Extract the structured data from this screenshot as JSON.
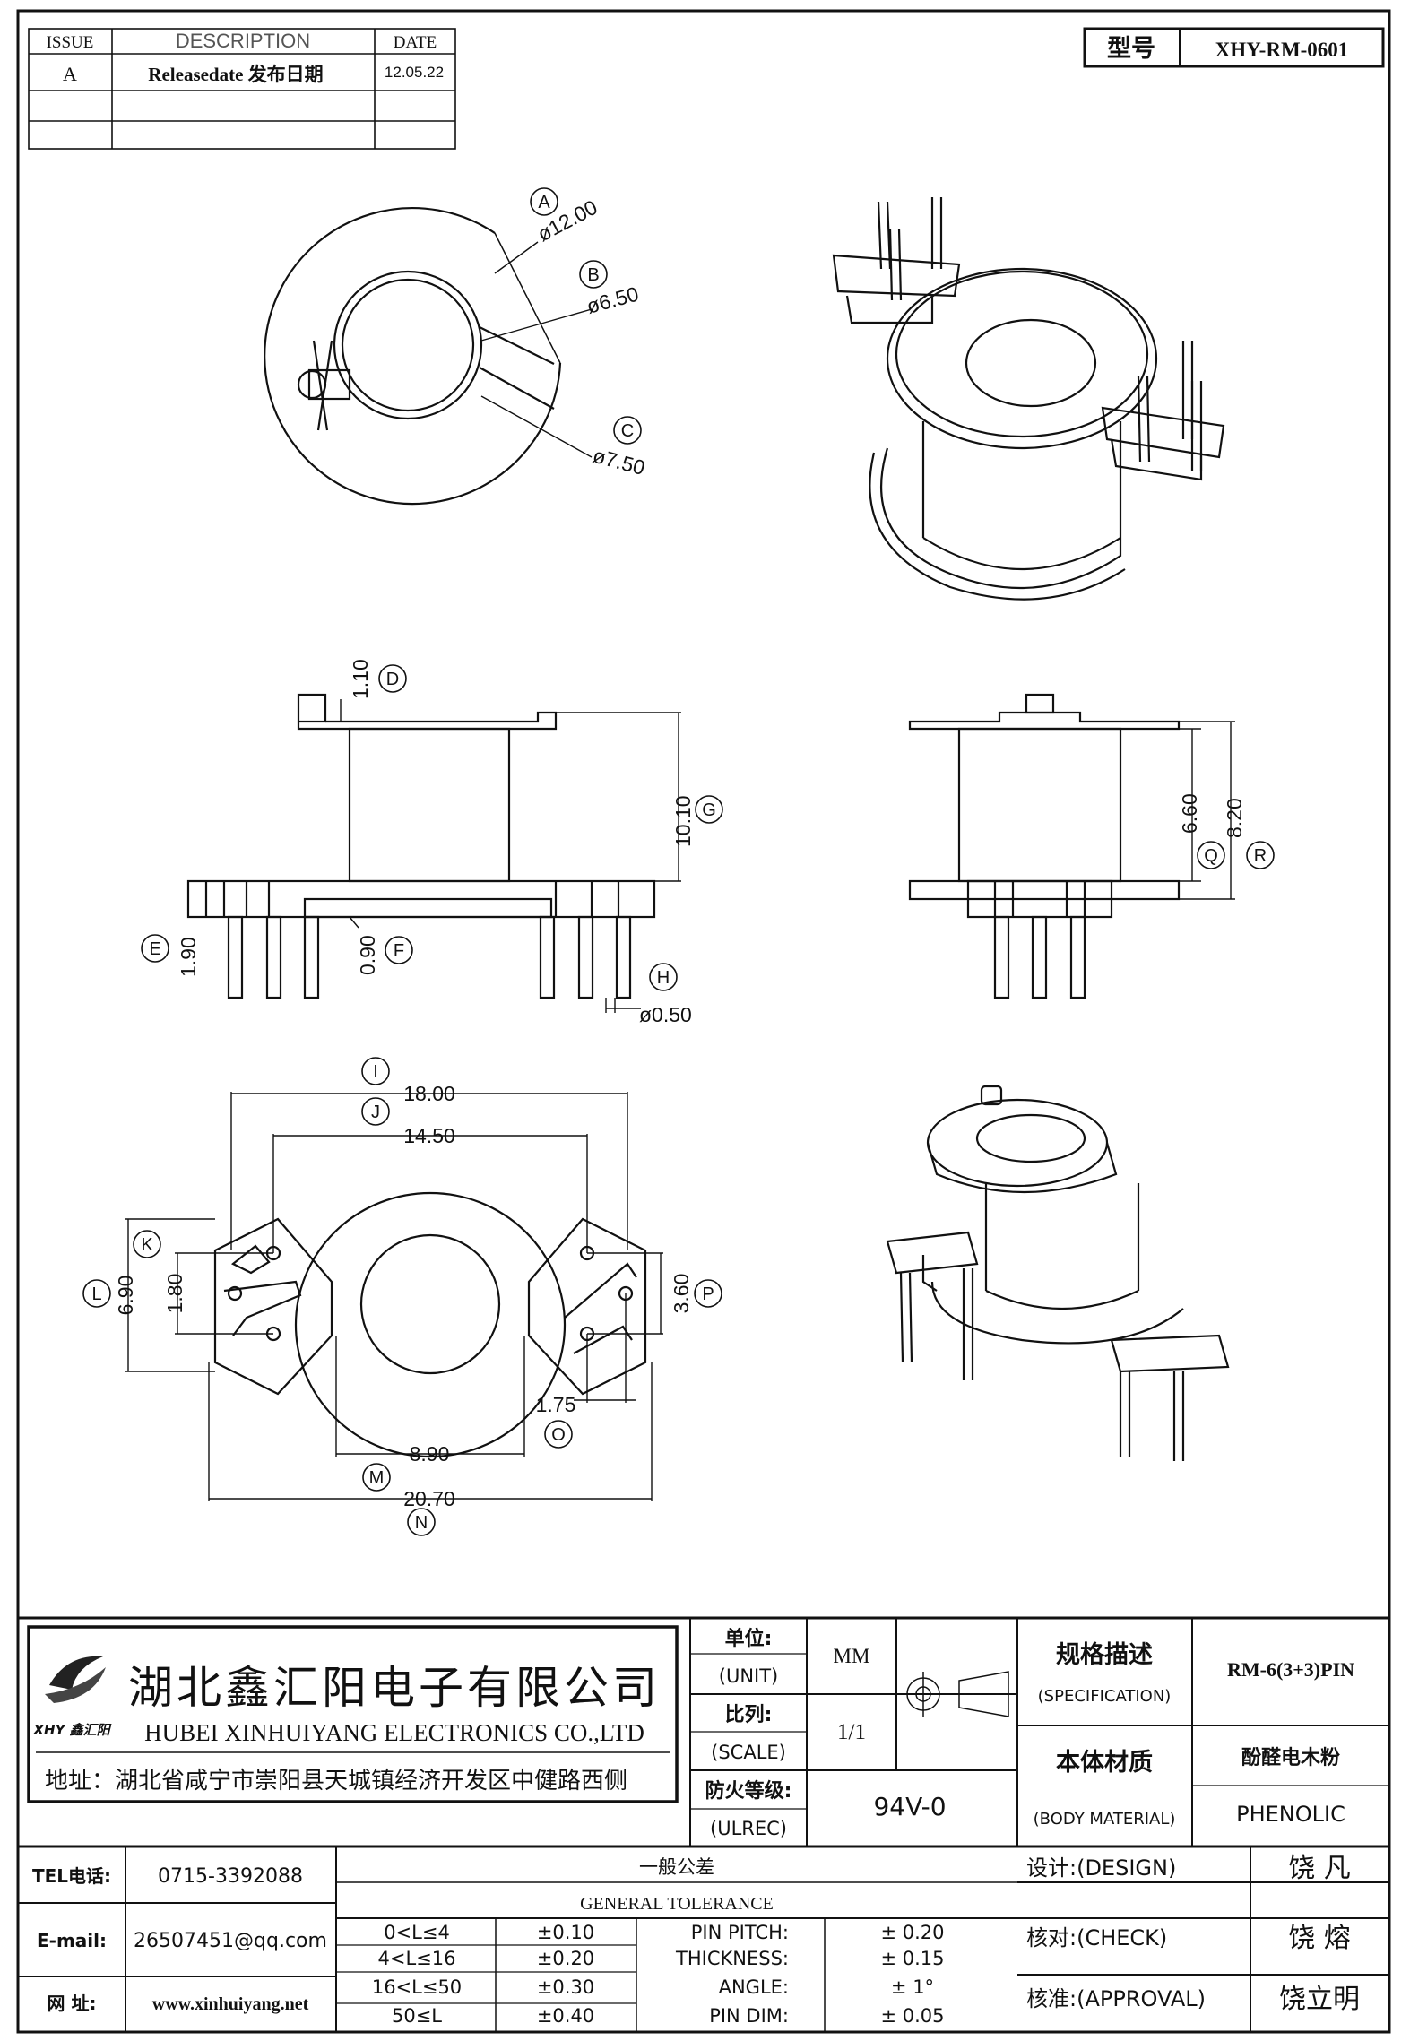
{
  "revision_table": {
    "headers": [
      "ISSUE",
      "DESCRIPTION",
      "DATE"
    ],
    "rows": [
      {
        "issue": "A",
        "description": "Releasedate 发布日期",
        "date": "12.05.22"
      }
    ]
  },
  "model": {
    "label": "型号",
    "value": "XHY-RM-0601"
  },
  "dimensions": {
    "a": "ø12.00",
    "b": "ø6.50",
    "c": "ø7.50",
    "d": "1.10",
    "e": "1.90",
    "f": "0.90",
    "g": "10.10",
    "h": "ø0.50",
    "q": "6.60",
    "r": "8.20",
    "i": "18.00",
    "j": "14.50",
    "k": "1.80",
    "l": "6.90",
    "m": "8.90",
    "n": "20.70",
    "o": "1.75",
    "p": "3.60"
  },
  "callouts": [
    "A",
    "B",
    "C",
    "D",
    "E",
    "F",
    "G",
    "H",
    "Q",
    "R",
    "I",
    "J",
    "K",
    "L",
    "M",
    "N",
    "O",
    "P"
  ],
  "company": {
    "name_cn": "湖北鑫汇阳电子有限公司",
    "name_en": "HUBEI XINHUIYANG ELECTRONICS CO.,LTD",
    "address": "地址：湖北省咸宁市崇阳县天城镇经济开发区中健路西侧",
    "logo_text": "XHY 鑫汇阳"
  },
  "title_block": {
    "unit_label_cn": "单位:",
    "unit_label_en": "(UNIT)",
    "unit_value": "MM",
    "scale_label_cn": "比列:",
    "scale_label_en": "(SCALE)",
    "scale_value": "1/1",
    "fire_label_cn": "防火等级:",
    "fire_label_en": "(ULREC)",
    "fire_value": "94V-0",
    "spec_label_cn": "规格描述",
    "spec_label_en": "(SPECIFICATION)",
    "spec_value": "RM-6(3+3)PIN",
    "material_label_cn": "本体材质",
    "material_label_en": "(BODY MATERIAL)",
    "material_value_cn": "酚醛电木粉",
    "material_value_en": "PHENOLIC"
  },
  "contact": {
    "tel_label": "TEL电话:",
    "tel": "0715-3392088",
    "email_label": "E-mail:",
    "email": "26507451@qq.com",
    "web_label": "网  址:",
    "web": "www.xinhuiyang.net"
  },
  "tolerance": {
    "title_cn": "一般公差",
    "title_en": "GENERAL TOLERANCE",
    "rows": [
      {
        "range": "0<L≤4",
        "tol": "±0.10"
      },
      {
        "range": "4<L≤16",
        "tol": "±0.20"
      },
      {
        "range": "16<L≤50",
        "tol": "±0.30"
      },
      {
        "range": "50≤L",
        "tol": "±0.40"
      }
    ],
    "pin": [
      {
        "name": "PIN PITCH:",
        "tol": "±  0.20"
      },
      {
        "name": "THICKNESS:",
        "tol": "±  0.15"
      },
      {
        "name": "ANGLE:",
        "tol": "±  1°"
      },
      {
        "name": "PIN DIM:",
        "tol": "±  0.05"
      }
    ]
  },
  "signoff": [
    {
      "label": "设计:(DESIGN)",
      "name": "饶  凡"
    },
    {
      "label": "核对:(CHECK)",
      "name": "饶  熔"
    },
    {
      "label": "核准:(APPROVAL)",
      "name": "饶立明"
    }
  ]
}
